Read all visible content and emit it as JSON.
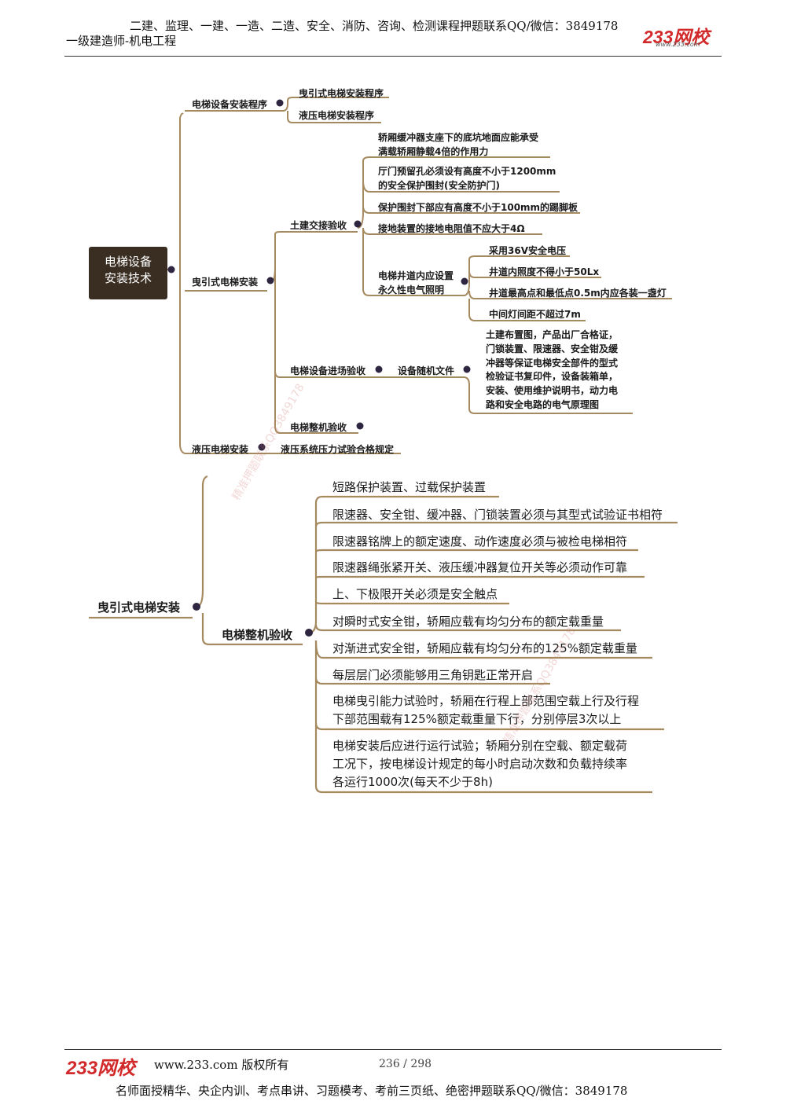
{
  "header": {
    "promo_line": "二建、监理、一建、一造、二造、安全、消防、咨询、检测课程押题联系QQ/微信：3849178",
    "doc_title": "一级建造师-机电工程",
    "logo_text": "233网校",
    "logo_url": "www.233.com"
  },
  "map1": {
    "root": [
      "电梯设备",
      "安装技术"
    ],
    "program": "电梯设备安装程序",
    "program_items": [
      "曳引式电梯安装程序",
      "液压电梯安装程序"
    ],
    "traction": "曳引式电梯安装",
    "civil": "土建交接验收",
    "civil_items": [
      [
        "轿厢缓冲器支座下的底坑地面应能承受",
        "满载轿厢静载4倍的作用力"
      ],
      [
        "厅门预留孔必须设有高度不小于1200mm",
        "的安全保护围封(安全防护门)"
      ],
      [
        "保护围封下部应有高度不小于100mm的踢脚板"
      ],
      [
        "接地装置的接地电阻值不应大于4Ω"
      ]
    ],
    "lighting": [
      "电梯井道内应设置",
      "永久性电气照明"
    ],
    "lighting_items": [
      "采用36V安全电压",
      "井道内照度不得小于50Lx",
      "井道最高点和最低点0.5m内应各装一盏灯",
      "中间灯间距不超过7m"
    ],
    "entry": "电梯设备进场验收",
    "docs": "设备随机文件",
    "docs_text": [
      "土建布置图，产品出厂合格证，",
      "门锁装置、限速器、安全钳及缓",
      "冲器等保证电梯安全部件的型式",
      "检验证书复印件，设备装箱单，",
      "安装、使用维护说明书，动力电",
      "路和安全电路的电气原理图"
    ],
    "final": "电梯整机验收",
    "hydraulic": "液压电梯安装",
    "hydraulic_item": "液压系统压力试验合格规定"
  },
  "map2": {
    "root": "曳引式电梯安装",
    "branch": "电梯整机验收",
    "items": [
      [
        "短路保护装置、过载保护装置"
      ],
      [
        "限速器、安全钳、缓冲器、门锁装置必须与其型式试验证书相符"
      ],
      [
        "限速器铭牌上的额定速度、动作速度必须与被检电梯相符"
      ],
      [
        "限速器绳张紧开关、液压缓冲器复位开关等必须动作可靠"
      ],
      [
        "上、下极限开关必须是安全触点"
      ],
      [
        "对瞬时式安全钳，轿厢应载有均匀分布的额定载重量"
      ],
      [
        "对渐进式安全钳，轿厢应载有均匀分布的125%额定载重量"
      ],
      [
        "每层层门必须能够用三角钥匙正常开启"
      ],
      [
        "电梯曳引能力试验时，轿厢在行程上部范围空载上行及行程",
        "下部范围载有125%额定载重量下行，分别停层3次以上"
      ],
      [
        "电梯安装后应进行运行试验；轿厢分别在空载、额定载荷",
        "工况下，按电梯设计规定的每小时启动次数和负载持续率",
        "各运行1000次(每天不少于8h)"
      ]
    ]
  },
  "watermarks": [
    "精准押题联系QQ3849178",
    "精准押题联系QQ3849178"
  ],
  "footer": {
    "logo_text": "233网校",
    "site": "www.233.com 版权所有",
    "page": "236 / 298",
    "promo_line": "名师面授精华、央企内训、考点串讲、习题模考、考前三页纸、绝密押题联系QQ/微信：3849178"
  },
  "colors": {
    "branch": "#a58a60",
    "rootbox": "#3a2e22",
    "logo": "#d22a2a",
    "dot": "#2e2540"
  }
}
